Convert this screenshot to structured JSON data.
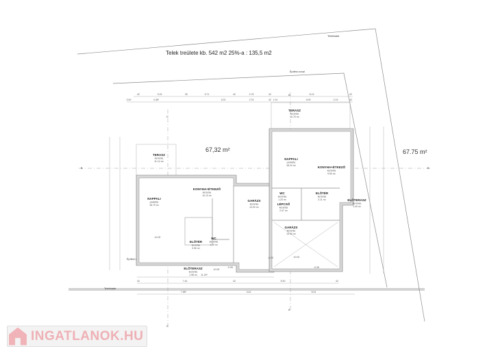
{
  "plot_area_note": "Telek treülete kb. 542 m2 25%-a : 135,5 m2",
  "labels": {
    "telekhatar": "Telekhatár",
    "epitesi_vonal": "Építési vonal"
  },
  "areas": {
    "left": "67,32 m²",
    "right": "67.75 m²"
  },
  "rooms": [
    {
      "name": "TERASZ",
      "material": "kerámia",
      "area": "11.14 m²"
    },
    {
      "name": "NAPPALI",
      "material": "parketta",
      "area": "18.79 m²"
    },
    {
      "name": "KONYHA+ÉTKEZŐ",
      "material": "kerámia",
      "area": "10.13 m²"
    },
    {
      "name": "ELŐTÉR",
      "material": "kerámia",
      "area": "3.96 m²"
    },
    {
      "name": "WC",
      "material": "kerámia",
      "area": "1.20 m²"
    },
    {
      "name": "ELŐTERASZ",
      "material": "kerámia",
      "area": "1.98 m²"
    },
    {
      "name": "GARÁZS",
      "material": "kerámia",
      "area": "13.00 m²"
    },
    {
      "name": "TERASZ",
      "material": "kerámia",
      "area": "10.79 m²"
    },
    {
      "name": "NAPPALI",
      "material": "parketta",
      "area": "18.24 m²"
    },
    {
      "name": "KONYHA+ÉTKEZŐ",
      "material": "kerámia",
      "area": "9.84 m²"
    },
    {
      "name": "WC",
      "material": "kerámia",
      "area": "1.20 m²"
    },
    {
      "name": "LÉPCSŐ",
      "material": "kerámia",
      "area": "2.07 m²"
    },
    {
      "name": "ELŐTÉR",
      "material": "kerámia",
      "area": "3.11 m²"
    },
    {
      "name": "ELŐTERASZ",
      "material": "kerámia",
      "area": "1.43 m²"
    },
    {
      "name": "GARÁZS",
      "material": "kerámia",
      "area": "13.00 m²"
    }
  ],
  "dims_top1": [
    "42",
    "3.15",
    "30",
    "3.71",
    "42",
    "2.76",
    "42",
    "6.19",
    "42"
  ],
  "dims_top2": [
    "0.00",
    "4.38*",
    "3.02",
    "2.76",
    "42",
    "1.91",
    "3.09",
    "2.19",
    "42"
  ],
  "dims_bottom1": [
    "11.29*"
  ],
  "dims_bottom2": [
    "42",
    "7.44",
    "42",
    "5.30",
    "42"
  ],
  "dims_bottom3": [
    "7.85*",
    "3.42",
    "5.91"
  ],
  "levels": [
    "±0.00",
    "-0.03",
    "±0.00",
    "-0.05",
    "-0.05",
    "±0.00"
  ],
  "section_marks": [
    "C",
    "A",
    "B"
  ],
  "logo": "INGATLANOK.HU"
}
